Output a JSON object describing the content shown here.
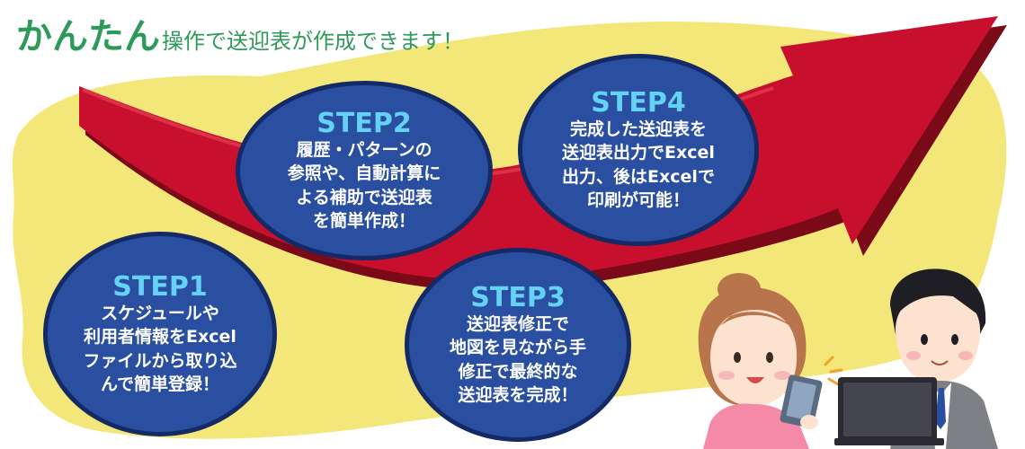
{
  "title": {
    "main": "かんたん",
    "sub": "操作で送迎表が作成できます！"
  },
  "steps": [
    {
      "title": "STEP1",
      "text": "スケジュールや\n利用者情報をExcel\nファイルから取り込\nんで簡単登録！"
    },
    {
      "title": "STEP2",
      "text": "履歴・パターンの\n参照や、自動計算に\nよる補助で送迎表\nを簡単作成！"
    },
    {
      "title": "STEP3",
      "text": "送迎表修正で\n地図を見ながら手\n修正で最終的な\n送迎表を完成！"
    },
    {
      "title": "STEP4",
      "text": "完成した送迎表を\n送迎表出力でExcel\n出力、後はExcelで\n印刷が可能！"
    }
  ],
  "colors": {
    "title_green": "#2e9a5a",
    "arrow_red": "#c8102e",
    "arrow_shadow": "#7a0a18",
    "bubble_blue": "#2a4fa0",
    "step_title_cyan": "#63d2f5",
    "background_yellow": "#f4e77a"
  },
  "icons": {
    "illustration": "woman-and-man-with-tablet-and-laptop"
  }
}
